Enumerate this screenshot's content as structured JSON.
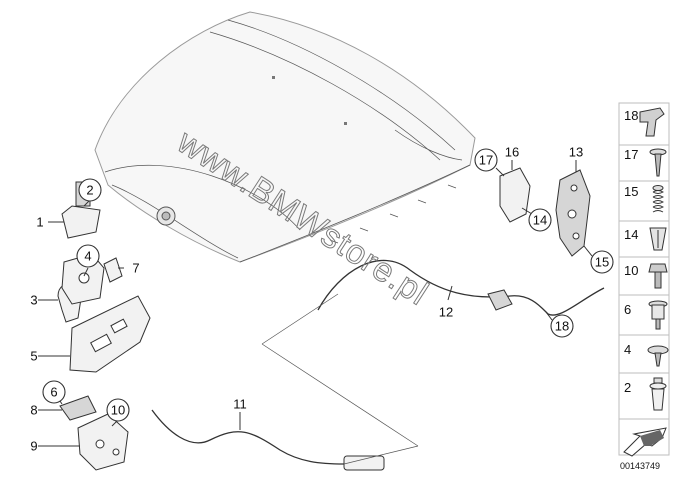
{
  "watermark": "www.BMWstore.pl",
  "diagram_id": "00143749",
  "callouts": [
    {
      "id": "c1",
      "label": "1",
      "circled": false
    },
    {
      "id": "c2",
      "label": "2",
      "circled": true
    },
    {
      "id": "c3",
      "label": "3",
      "circled": false
    },
    {
      "id": "c4",
      "label": "4",
      "circled": true
    },
    {
      "id": "c5",
      "label": "5",
      "circled": false
    },
    {
      "id": "c6",
      "label": "6",
      "circled": true
    },
    {
      "id": "c7",
      "label": "7",
      "circled": false
    },
    {
      "id": "c8",
      "label": "8",
      "circled": false
    },
    {
      "id": "c9",
      "label": "9",
      "circled": false
    },
    {
      "id": "c10",
      "label": "10",
      "circled": true
    },
    {
      "id": "c11",
      "label": "11",
      "circled": false
    },
    {
      "id": "c12",
      "label": "12",
      "circled": false
    },
    {
      "id": "c13",
      "label": "13",
      "circled": false
    },
    {
      "id": "c14",
      "label": "14",
      "circled": true
    },
    {
      "id": "c15",
      "label": "15",
      "circled": true
    },
    {
      "id": "c16",
      "label": "16",
      "circled": false
    },
    {
      "id": "c17",
      "label": "17",
      "circled": true
    },
    {
      "id": "c18",
      "label": "18",
      "circled": true
    }
  ],
  "sidebar": {
    "items": [
      {
        "label": "18",
        "icon": "clip-icon"
      },
      {
        "label": "17",
        "icon": "screw-icon"
      },
      {
        "label": "15",
        "icon": "spring-icon"
      },
      {
        "label": "14",
        "icon": "expanding-nut-icon"
      },
      {
        "label": "10",
        "icon": "hex-bolt-icon"
      },
      {
        "label": "6",
        "icon": "rubber-buffer-icon"
      },
      {
        "label": "4",
        "icon": "flange-screw-icon"
      },
      {
        "label": "2",
        "icon": "plastic-rivet-icon"
      },
      {
        "label": "",
        "icon": "arrow-icon"
      }
    ]
  }
}
